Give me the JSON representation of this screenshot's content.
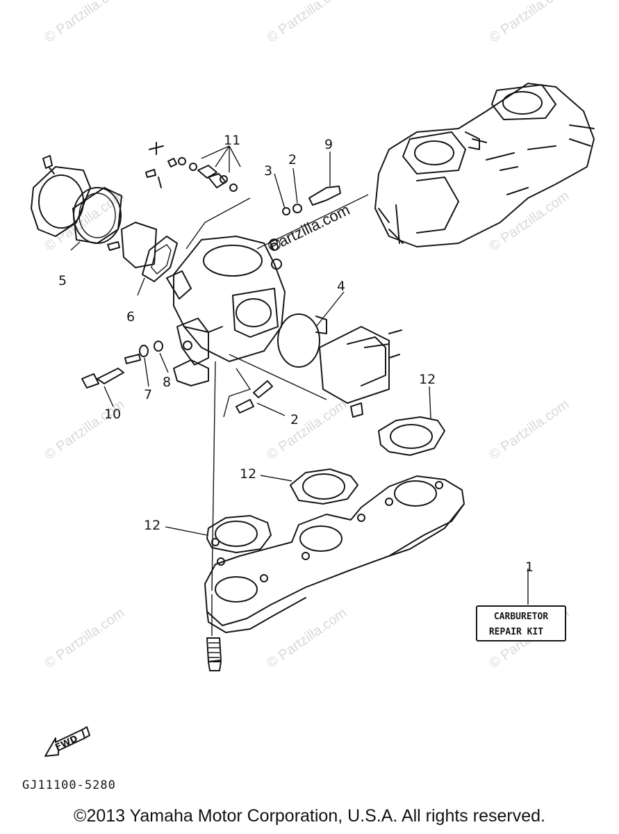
{
  "watermark": "© Partzilla.com",
  "watermark_center": "Partzilla.com",
  "callouts": {
    "c1": "1",
    "c2a": "2",
    "c2b": "2",
    "c3": "3",
    "c4": "4",
    "c5": "5",
    "c6": "6",
    "c7": "7",
    "c8": "8",
    "c9": "9",
    "c10": "10",
    "c11": "11",
    "c12a": "12",
    "c12b": "12",
    "c12c": "12"
  },
  "repair_kit": {
    "line1": "CARBURETOR",
    "line2": "REPAIR KIT"
  },
  "fwd_label": "FWD",
  "diagram_code": "GJ11100-5280",
  "copyright": "©2013  Yamaha Motor Corporation, U.S.A. All rights reserved."
}
